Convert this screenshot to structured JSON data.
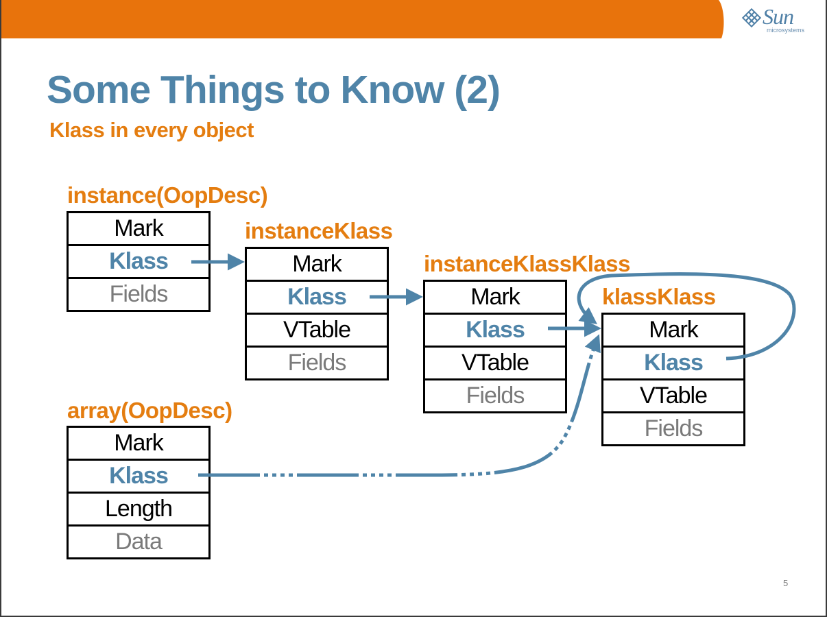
{
  "header": {
    "bar_color": "#e8730c",
    "logo": {
      "text": "Sun",
      "subtext": "microsystems"
    }
  },
  "slide": {
    "title": "Some Things to Know (2)",
    "subtitle": "Klass in every object",
    "page_number": "5"
  },
  "colors": {
    "accent_orange": "#e47d10",
    "title_blue": "#4f84a8",
    "arrow_blue": "#4f84a8",
    "muted_text": "#7a7a7a"
  },
  "objects": {
    "instance": {
      "label": "instance(OopDesc)",
      "fields": [
        "Mark",
        "Klass",
        "Fields"
      ]
    },
    "instance_klass": {
      "label": "instanceKlass",
      "fields": [
        "Mark",
        "Klass",
        "VTable",
        "Fields"
      ]
    },
    "instance_klass_klass": {
      "label": "instanceKlassKlass",
      "fields": [
        "Mark",
        "Klass",
        "VTable",
        "Fields"
      ]
    },
    "klass_klass": {
      "label": "klassKlass",
      "fields": [
        "Mark",
        "Klass",
        "VTable",
        "Fields"
      ]
    },
    "array": {
      "label": "array(OopDesc)",
      "fields": [
        "Mark",
        "Klass",
        "Length",
        "Data"
      ]
    }
  },
  "links": [
    {
      "from": "instance.Klass",
      "to": "instanceKlass",
      "style": "solid"
    },
    {
      "from": "instanceKlass.Klass",
      "to": "instanceKlassKlass",
      "style": "solid"
    },
    {
      "from": "instanceKlassKlass.Klass",
      "to": "klassKlass",
      "style": "solid"
    },
    {
      "from": "klassKlass.Klass",
      "to": "klassKlass",
      "style": "solid-loop"
    },
    {
      "from": "array.Klass",
      "to": "klassKlass",
      "style": "dashed"
    }
  ]
}
